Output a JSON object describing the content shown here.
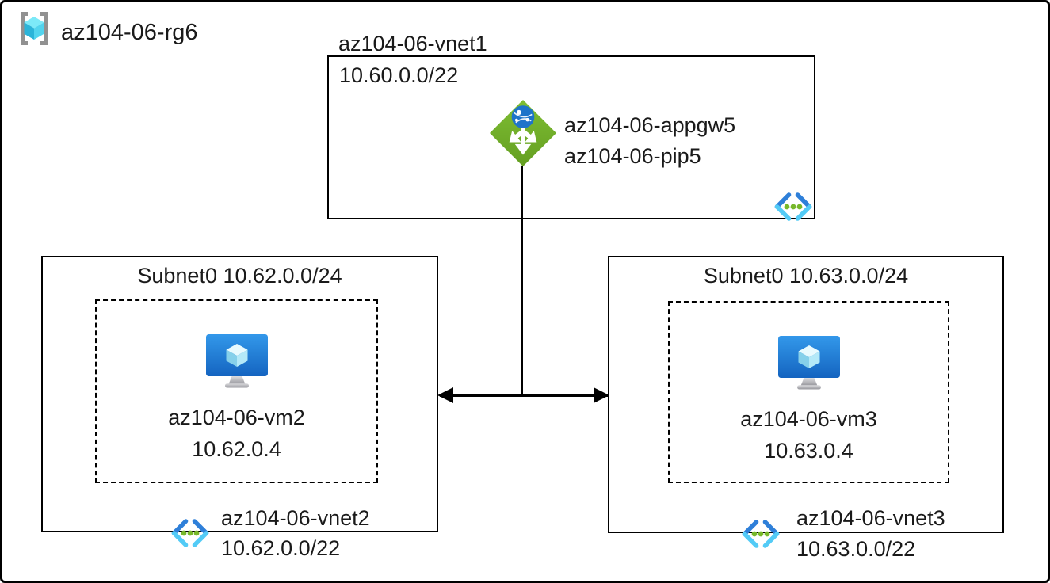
{
  "resource_group": {
    "label": "az104-06-rg6"
  },
  "vnet1": {
    "title": "az104-06-vnet1",
    "cidr": "10.60.0.0/22",
    "appgw_name": "az104-06-appgw5",
    "pip_name": "az104-06-pip5"
  },
  "subnet_left": {
    "title": "Subnet0 10.62.0.0/24",
    "vm_name": "az104-06-vm2",
    "vm_ip": "10.62.0.4",
    "vnet_name": "az104-06-vnet2",
    "vnet_cidr": "10.62.0.0/22"
  },
  "subnet_right": {
    "title": "Subnet0 10.63.0.0/24",
    "vm_name": "az104-06-vm3",
    "vm_ip": "10.63.0.4",
    "vnet_name": "az104-06-vnet3",
    "vnet_cidr": "10.63.0.0/22"
  },
  "icons": {
    "resource_group": "resource-group-icon",
    "application_gateway": "application-gateway-icon",
    "virtual_machine": "virtual-machine-icon",
    "virtual_network": "virtual-network-icon"
  },
  "colors": {
    "appgw_green": "#72b32a",
    "globe_blue": "#1e74c9",
    "vm_screen_blue": "#2080dd",
    "vnet_bracket_blue": "#2e7fd9",
    "vnet_bracket_cyan": "#53cbf6",
    "dot_green": "#77b82a",
    "rg_bracket_gray": "#919191",
    "cube_cyan": "#52d4ee",
    "line_black": "#000000"
  }
}
